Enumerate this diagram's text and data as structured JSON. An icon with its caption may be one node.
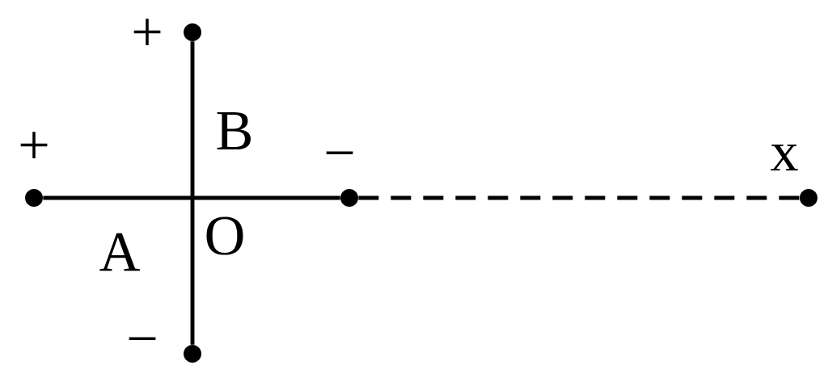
{
  "diagram": {
    "nodes": [
      {
        "text": [],
        "shape": "circle",
        "beside": [
          "+"
        ]
      },
      {
        "text": [],
        "shape": "circle",
        "beside": [
          "−"
        ]
      },
      {
        "text": [],
        "shape": "circle",
        "beside": [
          "+"
        ]
      },
      {
        "text": [],
        "shape": "circle",
        "beside": [
          "−"
        ]
      },
      {
        "text": [],
        "shape": "circle",
        "beside": [
          "x"
        ]
      }
    ],
    "edges": [
      {
        "from": 0,
        "to": 1,
        "arrow": "none"
      },
      {
        "from": 2,
        "to": 3,
        "arrow": "none"
      },
      {
        "from": 1,
        "to": 4,
        "arrow": "none",
        "style": "dashed"
      }
    ],
    "labels": [
      "B",
      "O",
      "A"
    ]
  }
}
